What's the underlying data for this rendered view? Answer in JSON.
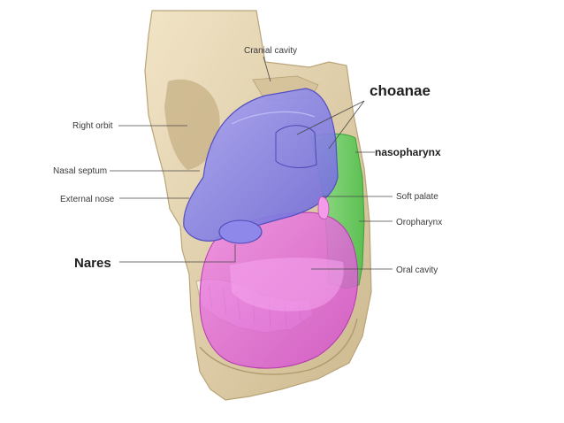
{
  "labels": {
    "cranial_cavity": "Cranial cavity",
    "right_orbit": "Right orbit",
    "nasal_septum": "Nasal septum",
    "external_nose": "External nose",
    "nares": "Nares",
    "choanae": "choanae",
    "nasopharynx": "nasopharynx",
    "soft_palate": "Soft palate",
    "oropharynx": "Oropharynx",
    "oral_cavity": "Oral cavity"
  },
  "colors": {
    "bone": "#e8d8b6",
    "bone_shadow": "#c9b48a",
    "nasal_cavity": "#8a86e6",
    "oral_cavity": "#e36ad6",
    "pharynx": "#6fd36a",
    "leader": "#4a4a4a"
  }
}
